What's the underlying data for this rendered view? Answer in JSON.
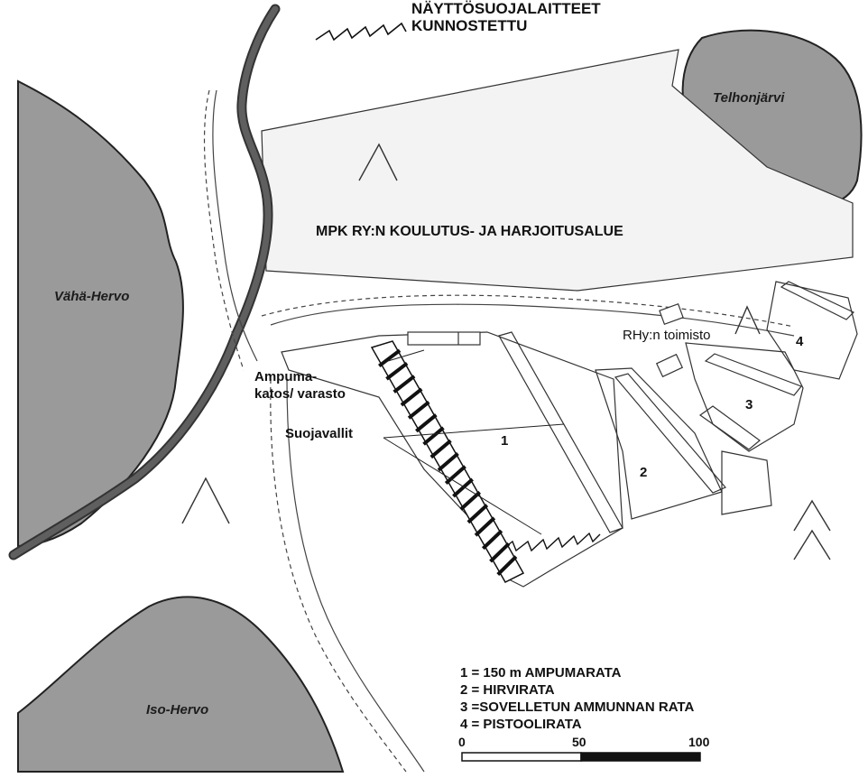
{
  "title_notice": {
    "line1": "NÄYTTÖSUOJALAITTEET",
    "line2": "KUNNOSTETTU"
  },
  "lakes": {
    "telhonjarvi": "Telhonjärvi",
    "vaha_hervo": "Vähä-Hervo",
    "iso_hervo": "Iso-Hervo"
  },
  "areas": {
    "training_area": "MPK RY:N KOULUTUS- JA HARJOITUSALUE",
    "office": "RHy:n toimisto"
  },
  "features": {
    "shelter_line1": "Ampuma-",
    "shelter_line2": "katos/ varasto",
    "embankments": "Suojavallit"
  },
  "range_numbers": [
    "1",
    "2",
    "3",
    "4"
  ],
  "legend": {
    "items": [
      "1 = 150 m AMPUMARATA",
      "2 = HIRVIRATA",
      "3 =SOVELLETUN AMMUNNAN RATA",
      "4 = PISTOOLIRATA"
    ]
  },
  "scale_bar": {
    "ticks": [
      "0",
      "50",
      "100"
    ]
  },
  "colors": {
    "lake_fill": "#9a9a9a",
    "area_fill": "#f3f3f3",
    "road": "#5f5f5f",
    "ink": "#111111"
  }
}
